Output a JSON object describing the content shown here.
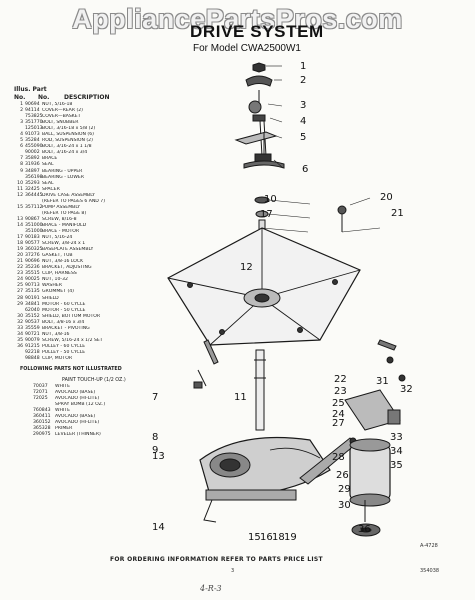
{
  "watermark": "AppliancePartsPros.com",
  "title": "DRIVE SYSTEM",
  "model": "For Model CWA2500W1",
  "table_header": {
    "illus": "Illus. Part",
    "no": "No.",
    "part_no": "No.",
    "description": "DESCRIPTION"
  },
  "parts": [
    {
      "n": "1",
      "p": "90694",
      "d": "NUT, 5/16-18"
    },
    {
      "n": "2",
      "p": "94114",
      "d": "COVER—REAR (2)"
    },
    {
      "n": "",
      "p": "753825",
      "d": "COVER—BASKET"
    },
    {
      "n": "3",
      "p": "351770",
      "d": "BOLT, SNUBBER"
    },
    {
      "n": "",
      "p": "125013",
      "d": "BOLT, 3/16-18 x 5/8 (2)"
    },
    {
      "n": "4",
      "p": "91073",
      "d": "BALL, SUSPENSION (6)"
    },
    {
      "n": "5",
      "p": "35284",
      "d": "ROD, SUSPENSION (2)"
    },
    {
      "n": "6",
      "p": "455090",
      "d": "BOLT, 3/16-24 x 1 1/8"
    },
    {
      "n": "",
      "p": "90002",
      "d": "BOLT, 3/16-24 x 3/4"
    },
    {
      "n": "7",
      "p": "35892",
      "d": "BRACE"
    },
    {
      "n": "8",
      "p": "31936",
      "d": "SEAL"
    },
    {
      "n": "9",
      "p": "34897",
      "d": "BEARING - UPPER"
    },
    {
      "n": "",
      "p": "356198",
      "d": "BEARING - LOWER"
    },
    {
      "n": "10",
      "p": "35293",
      "d": "SEAL"
    },
    {
      "n": "11",
      "p": "32425",
      "d": "SPACER"
    },
    {
      "n": "12",
      "p": "364445",
      "d": "DRIVE CASE ASSEMBLY"
    },
    {
      "n": "",
      "p": "",
      "d": "(REFER TO PAGES 6 AND 7)"
    },
    {
      "n": "15",
      "p": "357112",
      "d": "PUMP ASSEMBLY"
    },
    {
      "n": "",
      "p": "",
      "d": "(REFER TO PAGE 8)"
    },
    {
      "n": "13",
      "p": "90867",
      "d": "SCREW, 8/16-8"
    },
    {
      "n": "14",
      "p": "351000",
      "d": "BRACE - MANIFOLD"
    },
    {
      "n": "",
      "p": "351000",
      "d": "BRACE - MOTOR"
    },
    {
      "n": "17",
      "p": "90183",
      "d": "NUT, 5/16-24"
    },
    {
      "n": "18",
      "p": "90577",
      "d": "SCREW, 3/8-24 x 1"
    },
    {
      "n": "19",
      "p": "360325",
      "d": "BASEPLATE ASSEMBLY"
    },
    {
      "n": "20",
      "p": "37276",
      "d": "GASKET, TUB"
    },
    {
      "n": "21",
      "p": "90696",
      "d": "NUT, 3/8-16 LOCK"
    },
    {
      "n": "22",
      "p": "35236",
      "d": "BRACKET, ADJUSTING"
    },
    {
      "n": "23",
      "p": "35515",
      "d": "CLIP, HARNESS"
    },
    {
      "n": "24",
      "p": "90025",
      "d": "NUT, 10-32"
    },
    {
      "n": "25",
      "p": "90713",
      "d": "WASHER"
    },
    {
      "n": "27",
      "p": "35135",
      "d": "GROMMET (4)"
    },
    {
      "n": "28",
      "p": "90191",
      "d": "SHIELD"
    },
    {
      "n": "29",
      "p": "34841",
      "d": "MOTOR - 60 CYCLE"
    },
    {
      "n": "",
      "p": "62040",
      "d": "MOTOR - 50 CYCLE"
    },
    {
      "n": "30",
      "p": "35152",
      "d": "SHIELD, BOTTOM MOTOR"
    },
    {
      "n": "32",
      "p": "90537",
      "d": "BOLT, 3/8-16 x 3/4"
    },
    {
      "n": "33",
      "p": "35559",
      "d": "BRACKET - PIVOTING"
    },
    {
      "n": "34",
      "p": "90721",
      "d": "NUT, 3/8-16"
    },
    {
      "n": "35",
      "p": "90079",
      "d": "SCREW, 5/16-24 x 1/2 SET"
    },
    {
      "n": "36",
      "p": "91215",
      "d": "PULLEY - 60 CYCLE"
    },
    {
      "n": "",
      "p": "92218",
      "d": "PULLEY - 50 CYCLE"
    },
    {
      "n": "",
      "p": "98848",
      "d": "CLIP, MOTOR"
    }
  ],
  "notice": "FOLLOWING PARTS NOT ILLUSTRATED",
  "touchup_header": "PAINT TOUCH-UP (1/2 OZ.)",
  "touchup": [
    {
      "p": "70037",
      "d": "WHITE"
    },
    {
      "n": "",
      "p": "72071",
      "d": "AVOCADO (BASE)"
    },
    {
      "p": "72025",
      "d": "AVOCADO (HI-LITE)"
    },
    {
      "p": "",
      "d": "SPRAY BOMB (12 OZ.)"
    },
    {
      "p": "760843",
      "d": "WHITE"
    },
    {
      "p": "360411",
      "d": "AVOCADO (BASE)"
    },
    {
      "p": "360152",
      "d": "AVOCADO (HI-LITE)"
    },
    {
      "p": "365328",
      "d": "PRIMER"
    },
    {
      "p": "290975",
      "d": "LEVELER (THINNER)"
    }
  ],
  "footer": "FOR ORDERING INFORMATION REFER TO PARTS PRICE LIST",
  "page_no": "3",
  "doc_code": "354038",
  "figure_code": "A-4728",
  "handwritten": "4-R-3",
  "callouts": [
    "1",
    "2",
    "3",
    "4",
    "5",
    "6",
    "7",
    "8",
    "9",
    "10",
    "11",
    "12",
    "13",
    "14",
    "15",
    "16",
    "17",
    "18",
    "19",
    "20",
    "21",
    "22",
    "23",
    "24",
    "25",
    "26",
    "27",
    "28",
    "29",
    "30",
    "31",
    "32",
    "33",
    "34",
    "35",
    "36"
  ]
}
